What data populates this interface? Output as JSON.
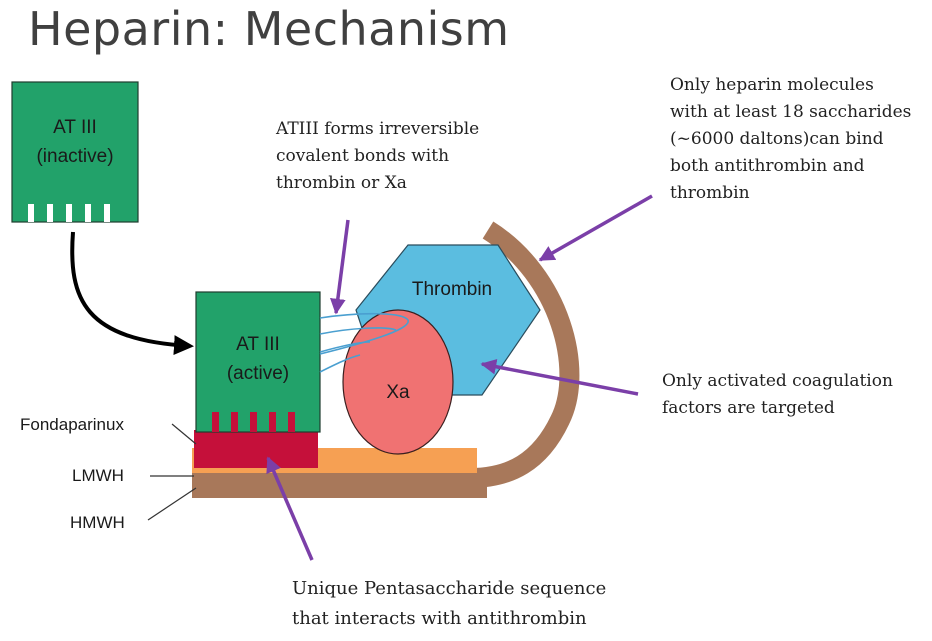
{
  "title": "Heparin: Mechanism",
  "colors": {
    "atiii_green": "#22a26a",
    "thrombin_blue": "#5bbde0",
    "xa_red": "#f07272",
    "pentasaccharide_red": "#c5103a",
    "lmwh_orange": "#f6a053",
    "hmwh_brown": "#a8785a",
    "annotation_arrow": "#7b3fa8",
    "binding_lines": "#4a9fd0"
  },
  "nodes": {
    "at3_inactive": {
      "line1": "AT III",
      "line2": "(inactive)"
    },
    "at3_active": {
      "line1": "AT III",
      "line2": "(active)"
    },
    "thrombin": "Thrombin",
    "xa": "Xa"
  },
  "labels": {
    "fondaparinux": "Fondaparinux",
    "lmwh": "LMWH",
    "hmwh": "HMWH"
  },
  "annotations": {
    "covalent": [
      "ATIII forms irreversible",
      "covalent bonds with",
      "thrombin or Xa"
    ],
    "size": [
      "Only heparin molecules",
      "with at least 18 saccharides",
      "(~6000 daltons)can bind",
      "both antithrombin and",
      "thrombin"
    ],
    "activated": [
      "Only activated coagulation",
      "factors are targeted"
    ],
    "pentasaccharide": [
      "Unique Pentasaccharide sequence",
      "that interacts with antithrombin"
    ]
  }
}
